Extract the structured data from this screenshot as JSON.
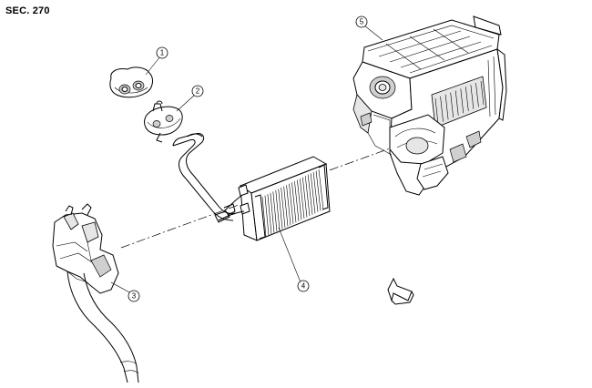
{
  "section_label": "SEC. 270",
  "callouts": [
    {
      "id": "1",
      "label": "1"
    },
    {
      "id": "2",
      "label": "2"
    },
    {
      "id": "3",
      "label": "3"
    },
    {
      "id": "4",
      "label": "4"
    },
    {
      "id": "5",
      "label": "5"
    }
  ]
}
